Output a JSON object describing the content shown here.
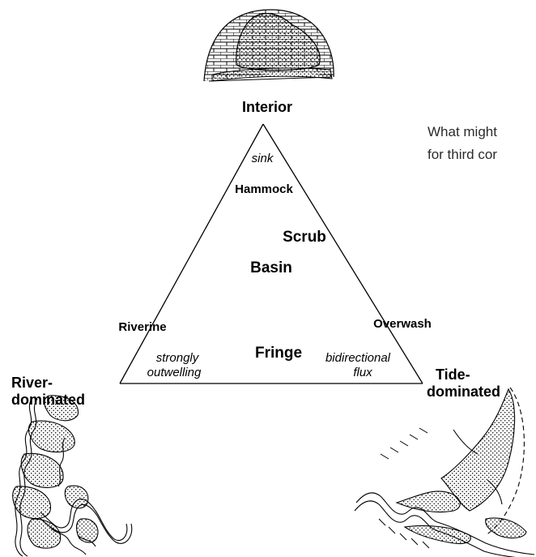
{
  "diagram": {
    "corners": {
      "top": "Interior",
      "left_line1": "River-",
      "left_line2": "dominated",
      "right_line1": "Tide-",
      "right_line2": "dominated"
    },
    "types": {
      "hammock": "Hammock",
      "scrub": "Scrub",
      "basin": "Basin",
      "riverine": "Riverine",
      "overwash": "Overwash",
      "fringe": "Fringe"
    },
    "annotations": {
      "sink": "sink",
      "outwelling_line1": "strongly",
      "outwelling_line2": "outwelling",
      "flux_line1": "bidirectional",
      "flux_line2": "flux"
    },
    "question": {
      "line1": "What might",
      "line2": "for third cor"
    }
  }
}
